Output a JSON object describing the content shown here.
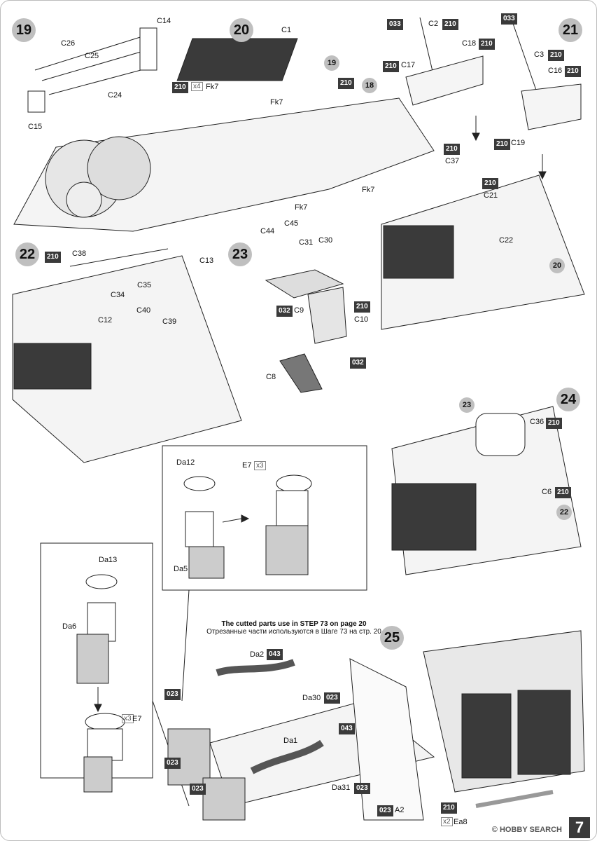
{
  "steps": [
    "19",
    "20",
    "21",
    "22",
    "23",
    "24",
    "25"
  ],
  "labels": {
    "s19": [
      "C14",
      "C26",
      "C25",
      "C24",
      "C15"
    ],
    "s20": [
      "C1",
      "Fk7",
      "19",
      "18",
      "Fk7",
      "Fk7",
      "Fk7"
    ],
    "s21": [
      "C2",
      "C18",
      "C17",
      "C3",
      "C16",
      "C19",
      "C37",
      "C21",
      "C22",
      "20"
    ],
    "s22": [
      "C38",
      "C13",
      "C34",
      "C35",
      "C12",
      "C40",
      "C39"
    ],
    "s23": [
      "C44",
      "C45",
      "C31",
      "C30",
      "C9",
      "C10",
      "C8"
    ],
    "s24": [
      "23",
      "C36",
      "C6",
      "22"
    ],
    "inset1": [
      "Da12",
      "E7",
      "Da5"
    ],
    "inset2": [
      "Da13",
      "Da6",
      "E7"
    ],
    "s25": [
      "Da2",
      "Da30",
      "Da1",
      "Da31",
      "A2",
      "Ea8"
    ]
  },
  "codes": {
    "c210": "210",
    "c033": "033",
    "c032": "032",
    "c043": "043",
    "c023": "023"
  },
  "multipliers": {
    "x4": "x4",
    "x3": "x3",
    "x2": "x2"
  },
  "note": {
    "en": "The cutted parts use in STEP 73 on page 20",
    "ru": "Отрезанные части используются в Шаге 73 на стр. 20"
  },
  "page_number": "7",
  "watermark": "© HOBBY SEARCH"
}
